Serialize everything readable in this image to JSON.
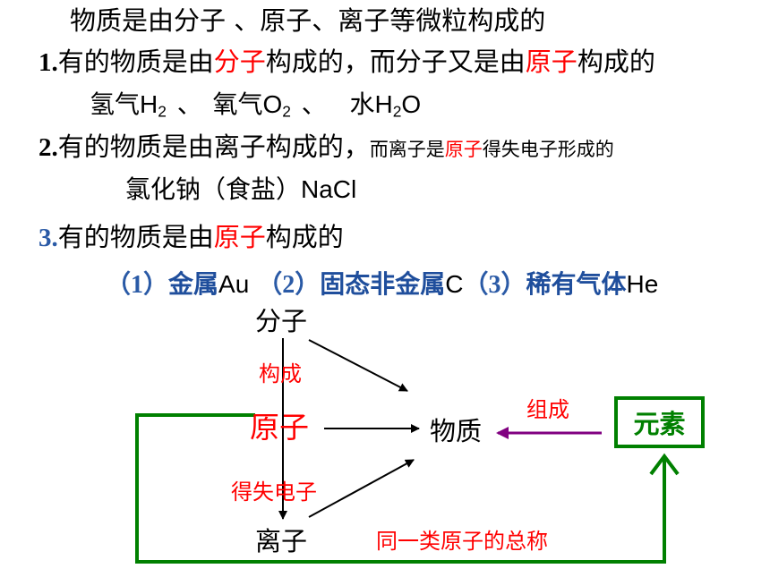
{
  "lines": {
    "l0": "物质是由分子 、原子、离子等微粒构成的",
    "l1": {
      "num": "1.",
      "a": "有的物质是由",
      "b": "分子",
      "c": "构成的，而分子又是由",
      "d": "原子",
      "e": "构成的"
    },
    "l1_examples": {
      "h2_cn": "氢气",
      "h2_f": "H",
      "h2_sub": "2",
      "sep1": "、",
      "o2_cn": "氧气",
      "o2_f": "O",
      "o2_sub": "2",
      "sep2": "、",
      "h2o_cn": "水",
      "h2o_f1": "H",
      "h2o_sub": "2",
      "h2o_f2": "O"
    },
    "l2": {
      "num": "2.",
      "a": "有的物质是由离子构成的，",
      "b": "而离子是",
      "c": "原子",
      "d": "得失电子形成的"
    },
    "l2_example": {
      "cn": "氯化钠（食盐）",
      "f": "NaCl"
    },
    "l3": {
      "num": "3.",
      "a": "有的物质是由",
      "b": "原子",
      "c": "构成的"
    },
    "l3_examples": {
      "p1": "（1）",
      "t1": "金属",
      "f1": "Au",
      "p2": "（2）",
      "t2": "固态非金属",
      "f2": "C",
      "p3": "（3）",
      "t3": "稀有气体",
      "f3": "He"
    }
  },
  "diagram": {
    "molecule": "分子",
    "atom": "原子",
    "ion": "离子",
    "matter": "物质",
    "element": "元素",
    "compose_label": "构成",
    "gain_lose_label": "得失电子",
    "constitute_label": "组成",
    "element_def_label": "同一类原子的总称"
  },
  "colors": {
    "red": "#ff0000",
    "green": "#008000",
    "purple": "#800080",
    "blue": "#1f4e9c"
  }
}
